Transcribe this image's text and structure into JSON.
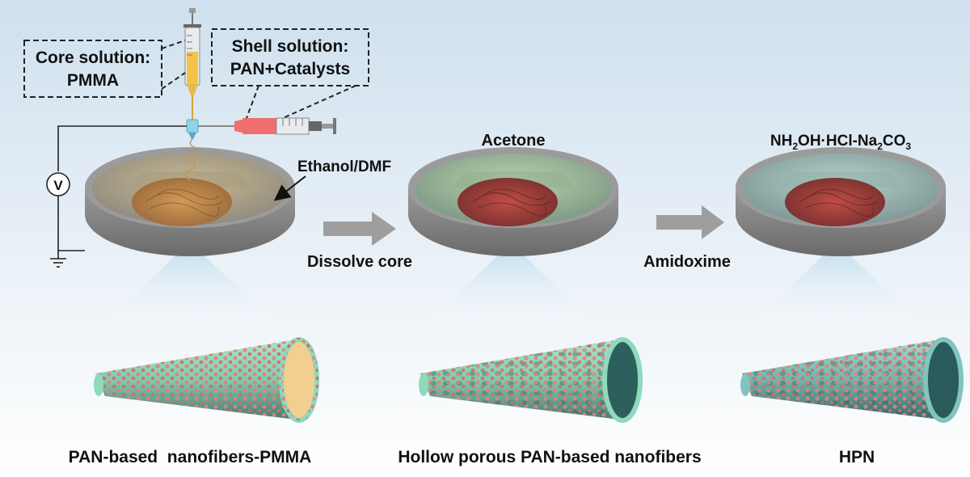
{
  "labels": {
    "core_solution_line1": "Core solution:",
    "core_solution_line2": "PMMA",
    "shell_solution_line1": "Shell solution:",
    "shell_solution_line2": "PAN+Catalysts",
    "ethanol_dmf": "Ethanol/DMF",
    "acetone": "Acetone",
    "reagent_prefix": "NH",
    "reagent_sub1": "2",
    "reagent_middle": "OH·HCl-Na",
    "reagent_sub2": "2",
    "reagent_co": "CO",
    "reagent_sub3": "3",
    "dissolve_core": "Dissolve core",
    "amidoxime": "Amidoxime",
    "voltage_symbol": "V"
  },
  "captions": {
    "left": "PAN-based  nanofibers-PMMA",
    "middle": "Hollow porous PAN-based nanofibers",
    "right": "HPN"
  },
  "colors": {
    "background_top": "#cfe0ee",
    "dish_rim": "#8e8e8e",
    "dish_left_liquid": "#b9a98a",
    "dish_middle_liquid": "#a9c2a2",
    "dish_right_liquid": "#a8c2bd",
    "fiber_mat_left": "#c8904f",
    "fiber_mat_red": "#b14a42",
    "tube_teal": "#8fd9bd",
    "tube_teal_dark": "#3f7f79",
    "particle_pink": "#e87f76",
    "core_fill": "#f2cf8f",
    "shell_syringe_red": "#ef6f6f",
    "core_syringe_yellow": "#f2c24a",
    "arrow_gray": "#9e9e9e"
  }
}
